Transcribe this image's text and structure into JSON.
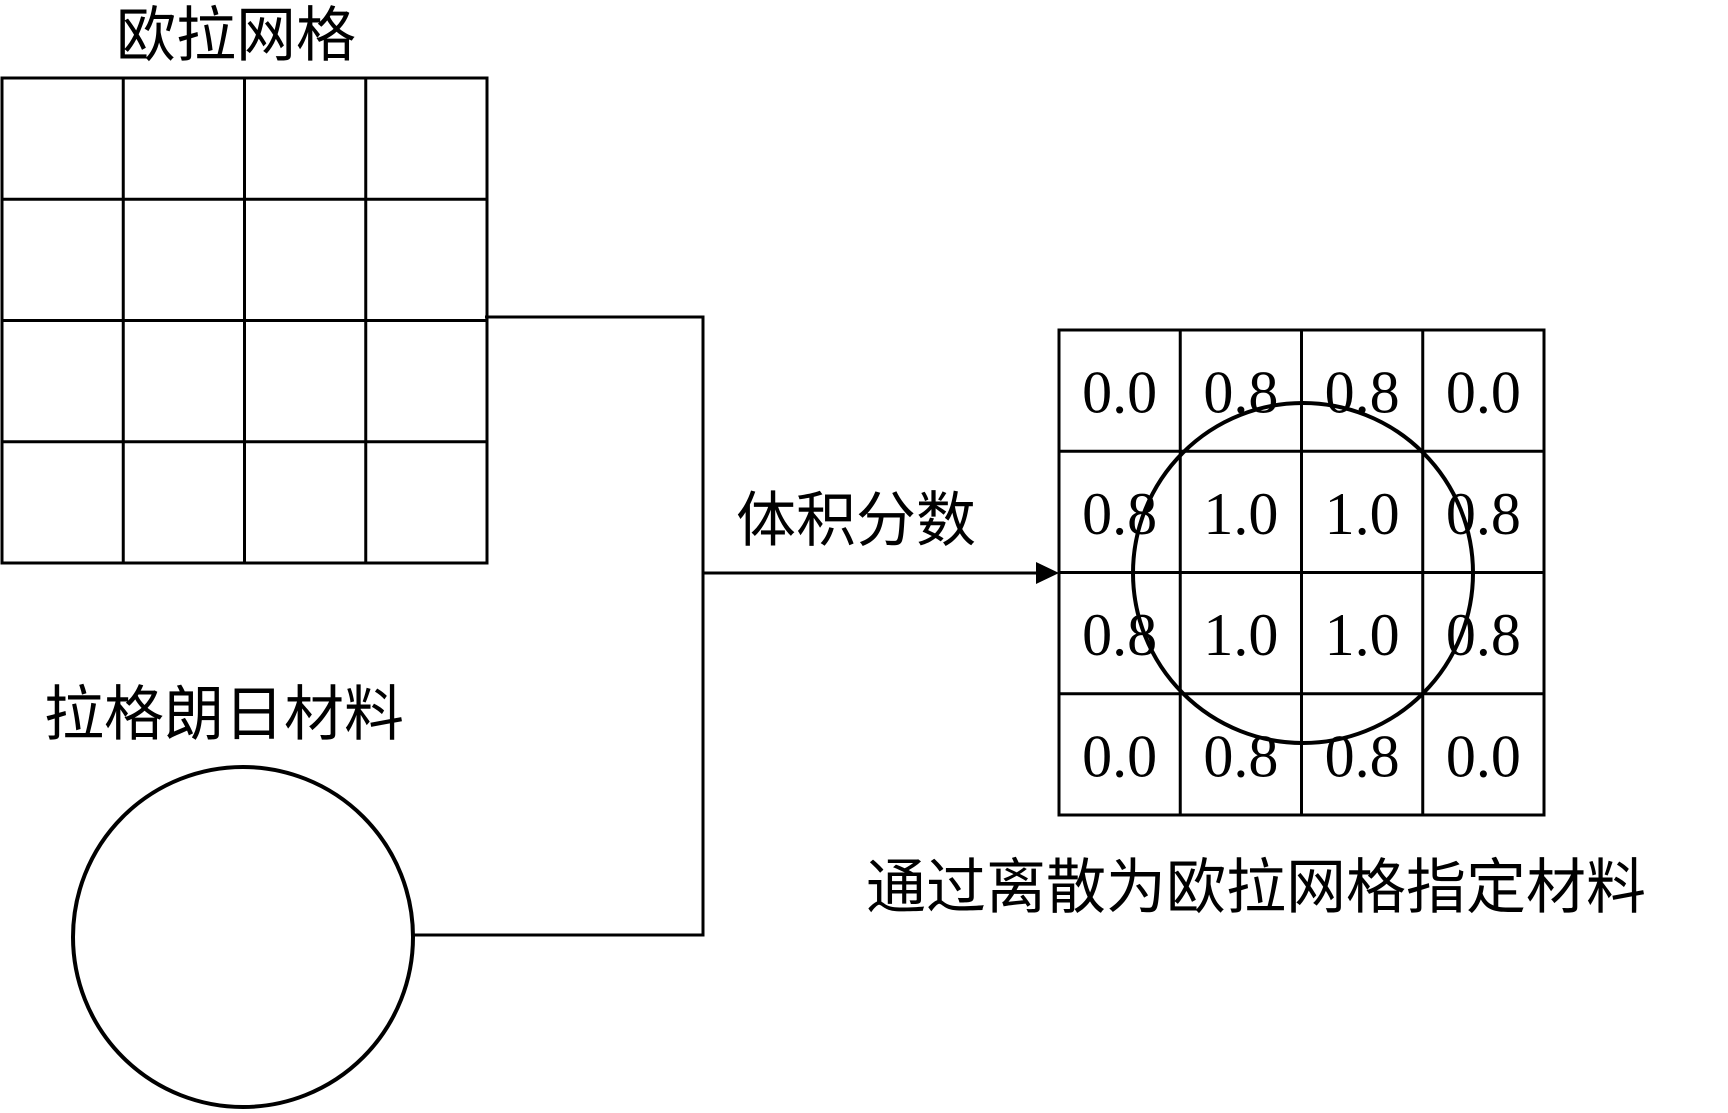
{
  "labels": {
    "euler_mesh": "欧拉网格",
    "lagrange_material": "拉格朗日材料",
    "volume_fraction": "体积分数",
    "result_caption": "通过离散为欧拉网格指定材料"
  },
  "euler_grid": {
    "rows": 4,
    "cols": 4
  },
  "volume_fraction_grid": {
    "rows": 4,
    "cols": 4,
    "values": [
      [
        "0.0",
        "0.8",
        "0.8",
        "0.0"
      ],
      [
        "0.8",
        "1.0",
        "1.0",
        "0.8"
      ],
      [
        "0.8",
        "1.0",
        "1.0",
        "0.8"
      ],
      [
        "0.0",
        "0.8",
        "0.8",
        "0.0"
      ]
    ]
  }
}
